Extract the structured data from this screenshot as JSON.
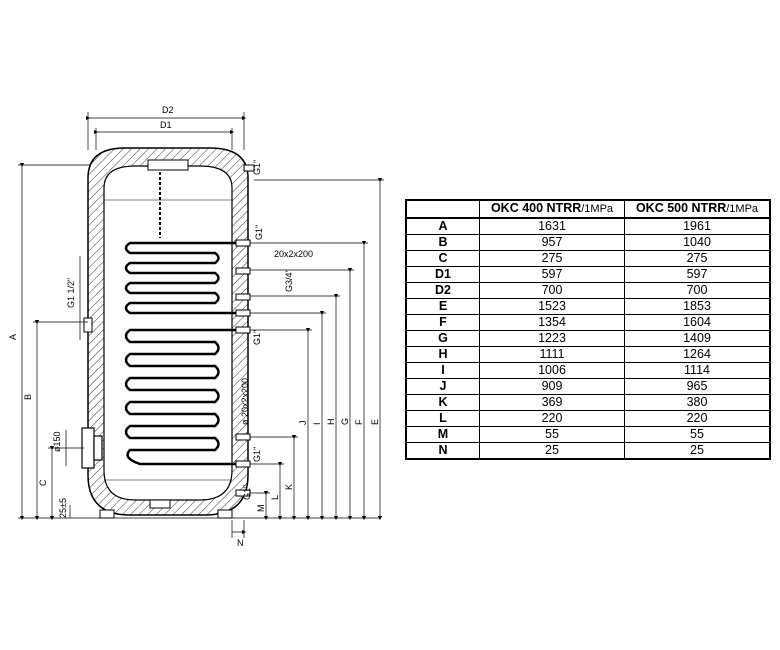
{
  "drawing": {
    "labels": {
      "D2": "D2",
      "D1": "D1",
      "A": "A",
      "B": "B",
      "C": "C",
      "E": "E",
      "F": "F",
      "G": "G",
      "H": "H",
      "I": "I",
      "J": "J",
      "K": "K",
      "L": "L",
      "M": "M",
      "N": "N",
      "g1_top": "G1\"",
      "g1_coil_top": "G1\"",
      "coil_spec_top": "20x2x200",
      "g34": "G3/4\"",
      "g1_mid": "G1\"",
      "g1_half": "G1 1/2\"",
      "d150": "ø150",
      "coil_spec_bottom": "ø 20x2x200",
      "g1_low": "G1\"",
      "g1_bottom": "G1\"",
      "dim_255": "25±5"
    }
  },
  "table": {
    "header": {
      "blank": "",
      "col1_model": "OKC 400 NTRR",
      "col1_unit": "/1MPa",
      "col2_model": "OKC 500 NTRR",
      "col2_unit": "/1MPa"
    },
    "rows": [
      {
        "key": "A",
        "v1": "1631",
        "v2": "1961"
      },
      {
        "key": "B",
        "v1": "957",
        "v2": "1040"
      },
      {
        "key": "C",
        "v1": "275",
        "v2": "275"
      },
      {
        "key": "D1",
        "v1": "597",
        "v2": "597"
      },
      {
        "key": "D2",
        "v1": "700",
        "v2": "700"
      },
      {
        "key": "E",
        "v1": "1523",
        "v2": "1853"
      },
      {
        "key": "F",
        "v1": "1354",
        "v2": "1604"
      },
      {
        "key": "G",
        "v1": "1223",
        "v2": "1409"
      },
      {
        "key": "H",
        "v1": "1111",
        "v2": "1264"
      },
      {
        "key": "I",
        "v1": "1006",
        "v2": "1114"
      },
      {
        "key": "J",
        "v1": "909",
        "v2": "965"
      },
      {
        "key": "K",
        "v1": "369",
        "v2": "380"
      },
      {
        "key": "L",
        "v1": "220",
        "v2": "220"
      },
      {
        "key": "M",
        "v1": "55",
        "v2": "55"
      },
      {
        "key": "N",
        "v1": "25",
        "v2": "25"
      }
    ]
  }
}
